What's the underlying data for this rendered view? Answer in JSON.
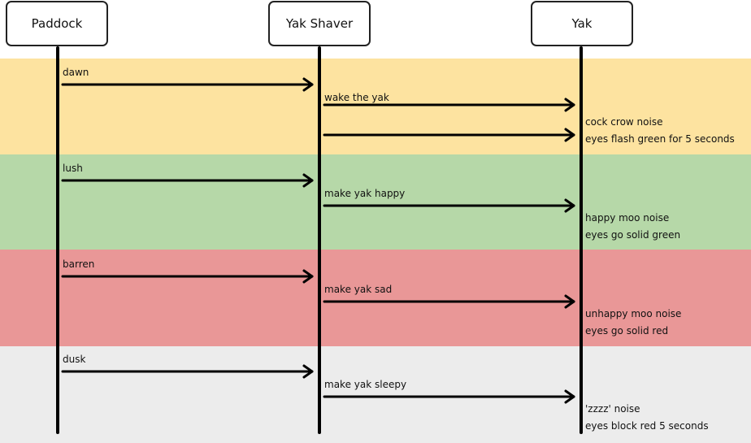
{
  "participants": {
    "paddock": "Paddock",
    "yak_shaver": "Yak Shaver",
    "yak": "Yak"
  },
  "colors": {
    "dawn": "#fde3a0",
    "lush": "#b6d8a8",
    "barren": "#e99797",
    "dusk": "#ececec",
    "line": "#000000"
  },
  "phases": [
    {
      "condition": "dawn",
      "action": "wake the yak",
      "effects": [
        "cock crow noise",
        "eyes flash green for 5 seconds"
      ]
    },
    {
      "condition": "lush",
      "action": "make yak happy",
      "effects": [
        "happy moo noise",
        "eyes go solid green"
      ]
    },
    {
      "condition": "barren",
      "action": "make yak sad",
      "effects": [
        "unhappy moo noise",
        "eyes go solid red"
      ]
    },
    {
      "condition": "dusk",
      "action": "make yak sleepy",
      "effects": [
        "'zzzz' noise",
        "eyes block red 5 seconds"
      ]
    }
  ]
}
